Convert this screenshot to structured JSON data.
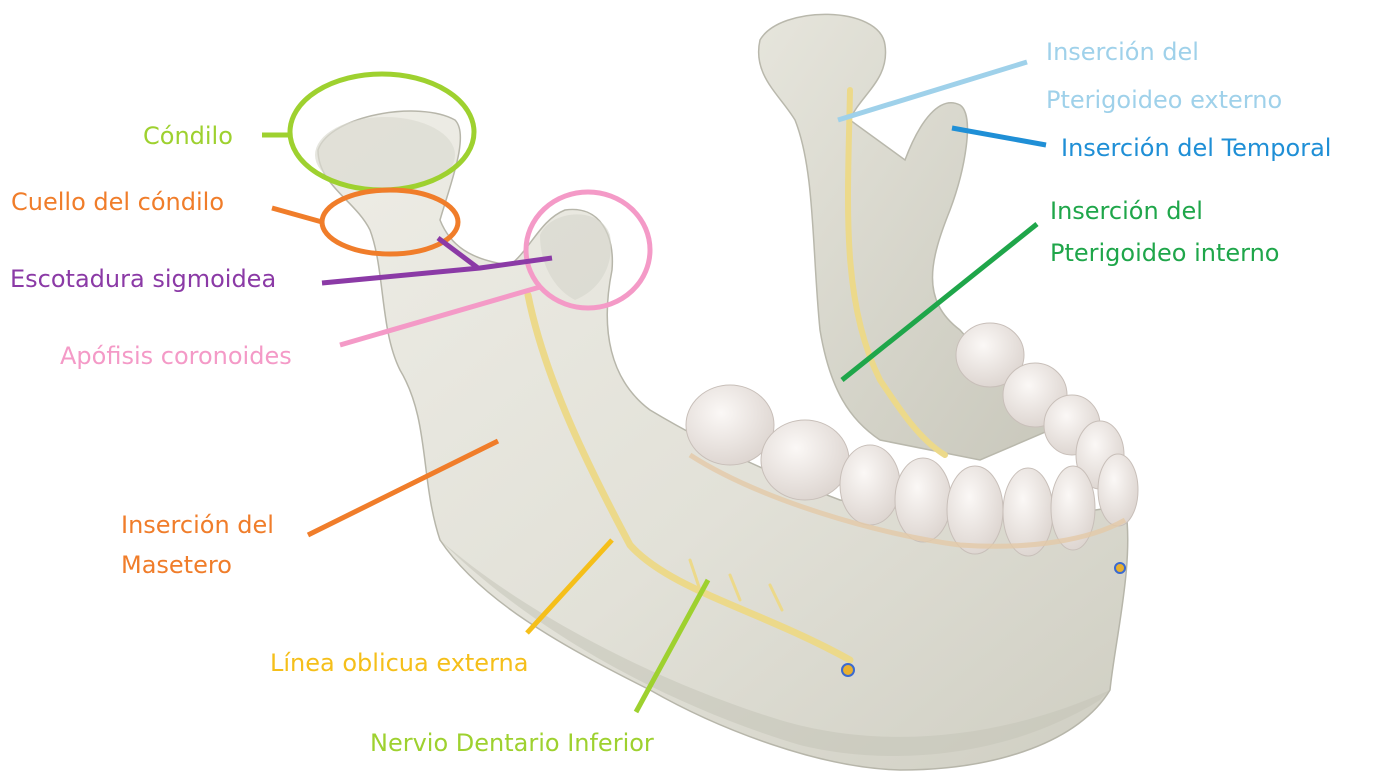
{
  "colors": {
    "bone": "#e4e3da",
    "bone_shadow": "#b8b7ab",
    "teeth": "#f3eeea",
    "nerve": "#ecd98a"
  },
  "labels": {
    "condilo": {
      "text": "Cóndilo",
      "color": "#9ed12f"
    },
    "cuello": {
      "text": "Cuello del cóndilo",
      "color": "#f07d2a"
    },
    "escotadura": {
      "text": "Escotadura sigmoidea",
      "color": "#8b3aa6"
    },
    "apofisis": {
      "text": "Apófisis coronoides",
      "color": "#f49ac7"
    },
    "masetero": {
      "line1": "Inserción del",
      "line2": "Masetero",
      "color": "#f07d2a"
    },
    "linea": {
      "text": "Línea oblicua externa",
      "color": "#f5bf1a"
    },
    "nervio": {
      "text": "Nervio Dentario Inferior",
      "color": "#9ed12f"
    },
    "pterigoideo_externo": {
      "line1": "Inserción del",
      "line2": "Pterigoideo externo",
      "color": "#9fd1ea"
    },
    "temporal": {
      "text": "Inserción del Temporal",
      "color": "#1f8fd6"
    },
    "pterigoideo_interno": {
      "line1": "Inserción del",
      "line2": "Pterigoideo interno",
      "color": "#1fa64a"
    }
  }
}
